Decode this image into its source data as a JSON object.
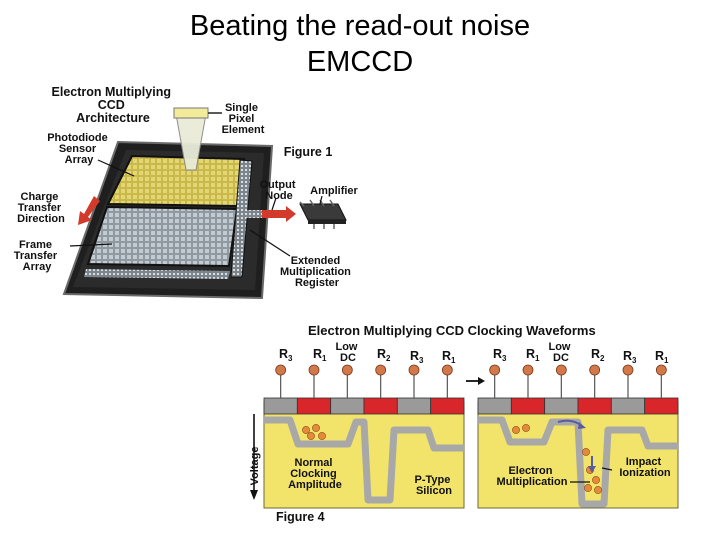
{
  "slide": {
    "title_line1": "Beating the read-out noise",
    "title_line2": "EMCCD"
  },
  "figure1": {
    "title": [
      "Electron Multiplying",
      "CCD",
      "Architecture"
    ],
    "single_pixel": [
      "Single",
      "Pixel",
      "Element"
    ],
    "photodiode": [
      "Photodiode",
      "Sensor",
      "Array"
    ],
    "figure_label": "Figure 1",
    "charge_transfer": [
      "Charge",
      "Transfer",
      "Direction"
    ],
    "output_node": [
      "Output",
      "Node"
    ],
    "amplifier": "Amplifier",
    "frame_transfer": [
      "Frame",
      "Transfer",
      "Array"
    ],
    "extended_register": [
      "Extended",
      "Multiplication",
      "Register"
    ],
    "colors": {
      "sensor": "#c9b94a",
      "frame": "#9aa3ab",
      "board": "#222222",
      "arrow": "#d23b2b"
    }
  },
  "figure4": {
    "title": "Electron Multiplying CCD Clocking Waveforms",
    "left_electrodes": [
      {
        "main": "R",
        "sub": "3"
      },
      {
        "main": "R",
        "sub": "1"
      },
      {
        "main": "Low",
        "sub": "DC"
      },
      {
        "main": "R",
        "sub": "2"
      },
      {
        "main": "R",
        "sub": "3"
      },
      {
        "main": "R",
        "sub": "1"
      }
    ],
    "right_electrodes": [
      {
        "main": "R",
        "sub": "3"
      },
      {
        "main": "R",
        "sub": "1"
      },
      {
        "main": "Low",
        "sub": "DC"
      },
      {
        "main": "R",
        "sub": "2"
      },
      {
        "main": "R",
        "sub": "3"
      },
      {
        "main": "R",
        "sub": "1"
      }
    ],
    "voltage_label": "Voltage",
    "normal_clocking": [
      "Normal",
      "Clocking",
      "Amplitude"
    ],
    "p_type": [
      "P-Type",
      "Silicon"
    ],
    "electron_mult": [
      "Electron",
      "Multiplication"
    ],
    "impact_ionization": [
      "Impact",
      "Ionization"
    ],
    "figure_label": "Figure 4",
    "colors": {
      "silicon": "#f2e36a",
      "electrode_red": "#d8262b",
      "electrode_grey": "#9a9a9a",
      "well": "#a8a8a8",
      "electron": "#e58a3a"
    }
  }
}
